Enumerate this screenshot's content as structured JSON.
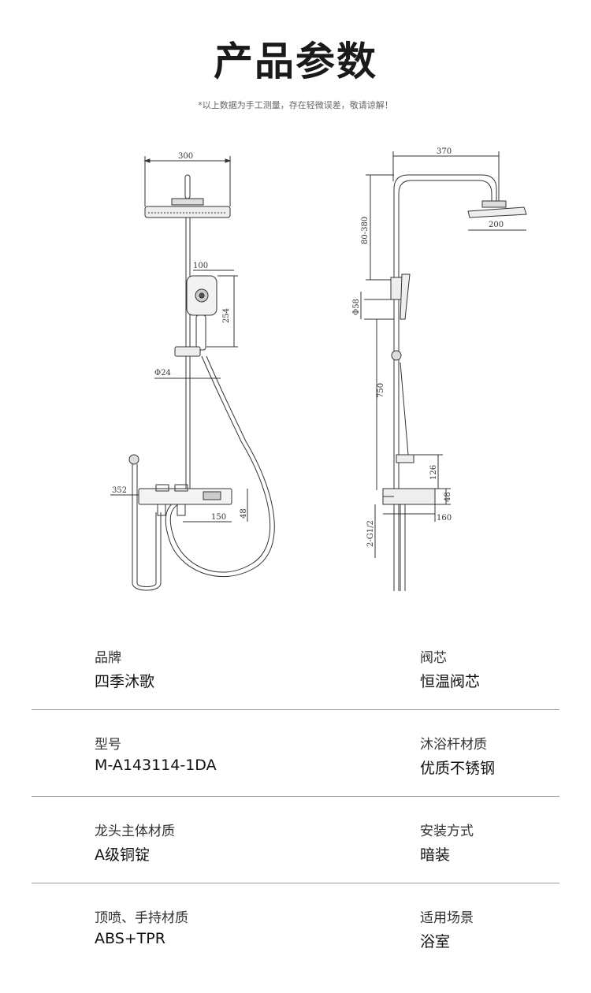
{
  "page": {
    "title": "产品参数",
    "note": "*以上数据为手工测量，存在轻微误差，敬请谅解！"
  },
  "dimensions": {
    "front": {
      "head_width": "300",
      "handheld_width": "100",
      "handheld_length": "254",
      "rod_diameter": "Φ24",
      "shelf_left": "352",
      "spout": "150",
      "shelf_height": "48"
    },
    "side": {
      "reach": "370",
      "height_range": "80-380",
      "head_width": "200",
      "bracket_diameter": "Φ58",
      "rod_length": "750",
      "holder_height": "126",
      "shelf_height": "48",
      "thread": "2-G1/2",
      "shelf_depth": "160"
    }
  },
  "specs": [
    {
      "left_label": "品牌",
      "left_value": "四季沐歌",
      "right_label": "阀芯",
      "right_value": "恒温阀芯"
    },
    {
      "left_label": "型号",
      "left_value": "M-A143114-1DA",
      "right_label": "沐浴杆材质",
      "right_value": "优质不锈钢"
    },
    {
      "left_label": "龙头主体材质",
      "left_value": "A级铜锭",
      "right_label": "安装方式",
      "right_value": "暗装"
    },
    {
      "left_label": "顶喷、手持材质",
      "left_value": "ABS+TPR",
      "right_label": "适用场景",
      "right_value": "浴室"
    }
  ]
}
